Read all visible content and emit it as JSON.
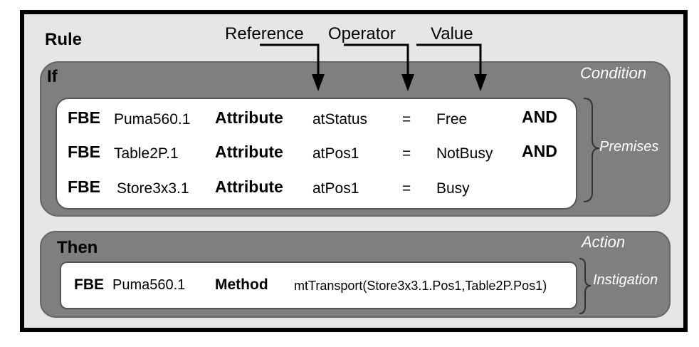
{
  "rule": {
    "title": "Rule",
    "headers": [
      "Reference",
      "Operator",
      "Value"
    ],
    "if_label": "If",
    "then_label": "Then",
    "condition_label": "Condition",
    "action_label": "Action",
    "premises_label": "Premises",
    "instigation_label": "Instigation",
    "premises": [
      {
        "type": "FBE",
        "object": "Puma560.1",
        "kind": "Attribute",
        "reference": "atStatus",
        "operator": "=",
        "value": "Free",
        "conj": "AND"
      },
      {
        "type": "FBE",
        "object": "Table2P.1",
        "kind": "Attribute",
        "reference": "atPos1",
        "operator": "=",
        "value": "NotBusy",
        "conj": "AND"
      },
      {
        "type": "FBE",
        "object": "Store3x3.1",
        "kind": "Attribute",
        "reference": "atPos1",
        "operator": "=",
        "value": "Busy",
        "conj": ""
      }
    ],
    "action": {
      "type": "FBE",
      "object": "Puma560.1",
      "kind": "Method",
      "call": "mtTransport(Store3x3.1.Pos1,Table2P.Pos1)"
    }
  },
  "colors": {
    "frame": "#000000",
    "background": "#e6e6e6",
    "box": "#7f7f7f",
    "inner": "#ffffff",
    "side_text": "#ffffff"
  }
}
